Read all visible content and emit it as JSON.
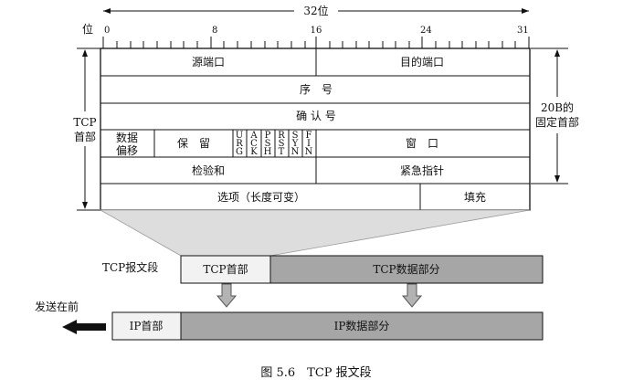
{
  "bits_header": {
    "label": "32位",
    "unit_label": "位",
    "ticks": [
      "0",
      "8",
      "16",
      "24",
      "31"
    ]
  },
  "header_fields": {
    "source_port": "源端口",
    "dest_port": "目的端口",
    "sequence": "序　号",
    "ack_number": "确 认 号",
    "data_offset_line1": "数据",
    "data_offset_line2": "偏移",
    "reserved": "保　留",
    "flags": [
      [
        "U",
        "R",
        "G"
      ],
      [
        "A",
        "C",
        "K"
      ],
      [
        "P",
        "S",
        "H"
      ],
      [
        "R",
        "S",
        "T"
      ],
      [
        "S",
        "Y",
        "N"
      ],
      [
        "F",
        "I",
        "N"
      ]
    ],
    "window": "窗　口",
    "checksum": "检验和",
    "urgent_pointer": "紧急指针",
    "options": "选项（长度可变）",
    "padding": "填充"
  },
  "side_labels": {
    "tcp_header_line1": "TCP",
    "tcp_header_line2": "首部",
    "fixed_line1": "20B的",
    "fixed_line2": "固定首部"
  },
  "segment": {
    "label": "TCP报文段",
    "header": "TCP首部",
    "data": "TCP数据部分"
  },
  "ip_packet": {
    "send_first": "发送在前",
    "header": "IP首部",
    "data": "IP数据部分"
  },
  "caption": "图 5.6　TCP 报文段",
  "colors": {
    "line": "#111111",
    "gray_fill": "#a6a6a6",
    "light_fill": "#f2f2f2",
    "trapezoid": "#d9d9d9",
    "arrow_fill": "#b3b3b3"
  }
}
